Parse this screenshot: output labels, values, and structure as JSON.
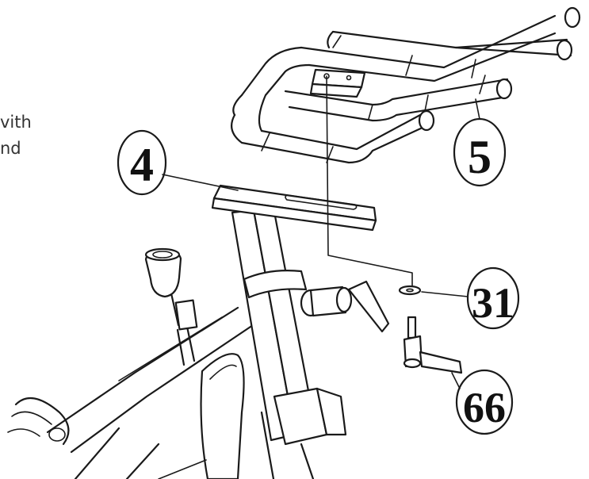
{
  "side_text": {
    "line1": "vith",
    "line2": "nd"
  },
  "callouts": {
    "part4": "4",
    "part5": "5",
    "part31": "31",
    "part66": "66"
  },
  "colors": {
    "ink": "#1a1a1a",
    "background": "#ffffff"
  }
}
